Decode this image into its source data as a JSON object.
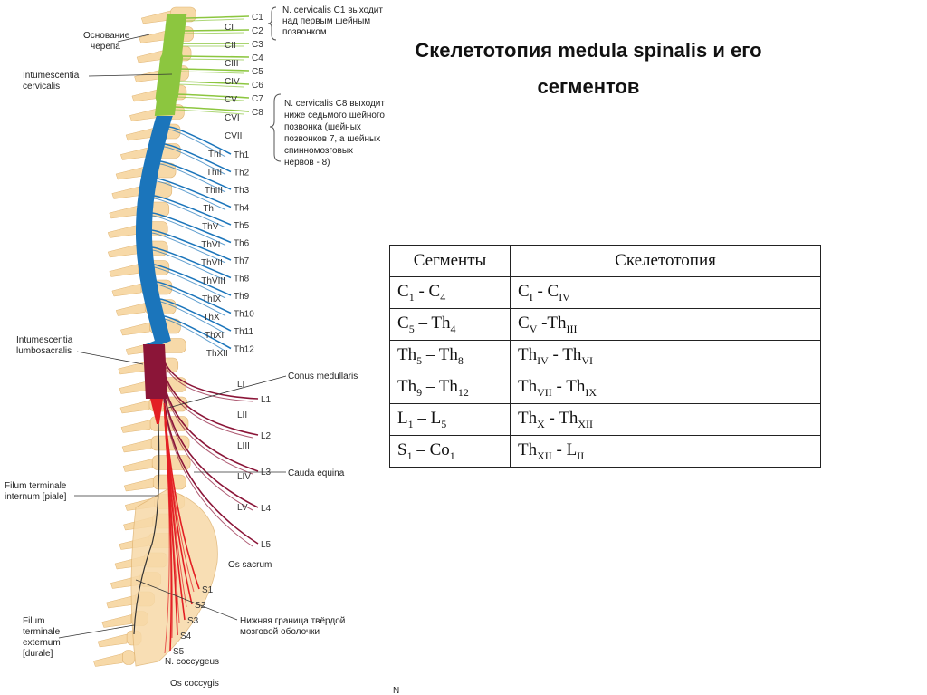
{
  "title_line1": "Скелетотопия medula spinalis и его",
  "title_line2": "сегментов",
  "table": {
    "headers": [
      "Сегменты",
      "Скелетотопия"
    ],
    "rows": [
      {
        "seg": [
          "C",
          "1",
          " - C",
          "4"
        ],
        "skel": [
          "C",
          "I",
          " - C",
          "IV"
        ]
      },
      {
        "seg": [
          "C",
          "5",
          " – Th",
          "4"
        ],
        "skel": [
          "C",
          "V",
          " -Th",
          "III"
        ]
      },
      {
        "seg": [
          "Th",
          "5",
          " – Th",
          "8"
        ],
        "skel": [
          "Th",
          "IV",
          " - Th",
          "VI"
        ]
      },
      {
        "seg": [
          "Th",
          "9",
          " – Th",
          "12"
        ],
        "skel": [
          "Th",
          "VII",
          " - Th",
          "IX"
        ]
      },
      {
        "seg": [
          "L",
          "1",
          " – L",
          "5"
        ],
        "skel": [
          "Th",
          "X",
          " - Th",
          "XII"
        ]
      },
      {
        "seg": [
          "S",
          "1",
          " – Co",
          "1"
        ],
        "skel": [
          "Th",
          "XII",
          " - L",
          "II"
        ]
      }
    ]
  },
  "labels": {
    "osnovanie1": "Основание",
    "osnovanie2": "черепа",
    "int_cerv1": "Intumescentia",
    "int_cerv2": "cervicalis",
    "int_lumb1": "Intumescentia",
    "int_lumb2": "lumbosacralis",
    "conus": "Conus medullaris",
    "cauda": "Cauda equina",
    "filum_int1": "Filum terminale",
    "filum_int2": "internum [piale]",
    "filum_ext1": "Filum",
    "filum_ext2": "terminale",
    "filum_ext3": "externum",
    "filum_ext4": "[durale]",
    "os_sacrum": "Os sacrum",
    "ncocc": "N. coccygeus",
    "oscocc": "Os coccygis",
    "dura1": "Нижняя граница твёрдой",
    "dura2": "мозговой оболочки",
    "note_c1_1": "N. cervicalis C1 выходит",
    "note_c1_2": "над первым шейным",
    "note_c1_3": "позвонком",
    "note_c8_1": "N. cervicalis C8 выходит",
    "note_c8_2": "ниже седьмого шейного",
    "note_c8_3": "позвонка (шейных",
    "note_c8_4": "позвонков 7, а шейных",
    "note_c8_5": "спинномозговых",
    "note_c8_6": "нервов - 8)",
    "bottom_n": "N"
  },
  "nerve_labels": [
    "C1",
    "C2",
    "C3",
    "C4",
    "C5",
    "C6",
    "C7",
    "C8",
    "Th1",
    "Th2",
    "Th3",
    "Th4",
    "Th5",
    "Th6",
    "Th7",
    "Th8",
    "Th9",
    "Th10",
    "Th11",
    "Th12",
    "L1",
    "L2",
    "L3",
    "L4",
    "L5",
    "S1",
    "S2",
    "S3",
    "S4",
    "S5"
  ],
  "vertebra_labels": [
    "CI",
    "CII",
    "CIII",
    "CIV",
    "CV",
    "CVI",
    "CVII",
    "ThI",
    "ThII",
    "ThIII",
    "Th",
    "ThV",
    "ThVI",
    "ThVII",
    "ThVIII",
    "ThIX",
    "ThX",
    "ThXI",
    "ThXII",
    "LI",
    "LII",
    "LIII",
    "LIV",
    "LV"
  ],
  "colors": {
    "cervical": "#8cc63f",
    "thoracic": "#1b75bb",
    "lumbar": "#8b1538",
    "sacral": "#e31e24",
    "bone": "#f7d9a8",
    "bone_edge": "#e0b472"
  }
}
